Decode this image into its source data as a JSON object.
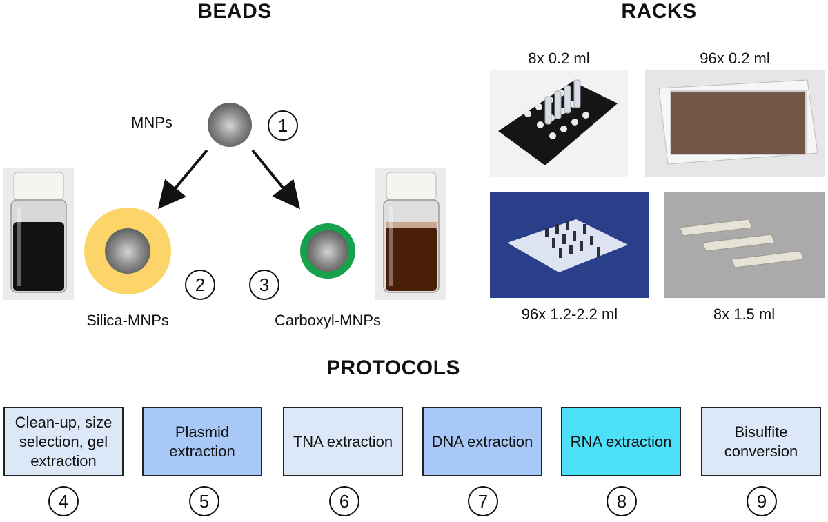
{
  "colors": {
    "silica_ring": "#FDD467",
    "carboxyl_ring": "#16A24A",
    "light_blue": "#DCE8F8",
    "mid_blue": "#A8C8F8",
    "cyan": "#4DE0F8"
  },
  "headings": {
    "beads": "BEADS",
    "racks": "RACKS",
    "protocols": "PROTOCOLS"
  },
  "beads": {
    "mnps_label": "MNPs",
    "silica_label": "Silica-MNPs",
    "carboxyl_label": "Carboxyl-MNPs",
    "numbers": [
      "1",
      "2",
      "3"
    ]
  },
  "racks": [
    {
      "label": "8x 0.2 ml"
    },
    {
      "label": "96x 0.2 ml"
    },
    {
      "label": "96x 1.2-2.2 ml"
    },
    {
      "label": "8x 1.5 ml"
    }
  ],
  "protocols": [
    {
      "label": "Clean-up, size selection, gel extraction",
      "number": "4",
      "color": "#DCE8F8"
    },
    {
      "label": "Plasmid extraction",
      "number": "5",
      "color": "#A8C8F8"
    },
    {
      "label": "TNA extraction",
      "number": "6",
      "color": "#DCE8F8"
    },
    {
      "label": "DNA extraction",
      "number": "7",
      "color": "#A8C8F8"
    },
    {
      "label": "RNA extraction",
      "number": "8",
      "color": "#4DE0F8"
    },
    {
      "label": "Bisulfite conversion",
      "number": "9",
      "color": "#DCE8F8"
    }
  ]
}
